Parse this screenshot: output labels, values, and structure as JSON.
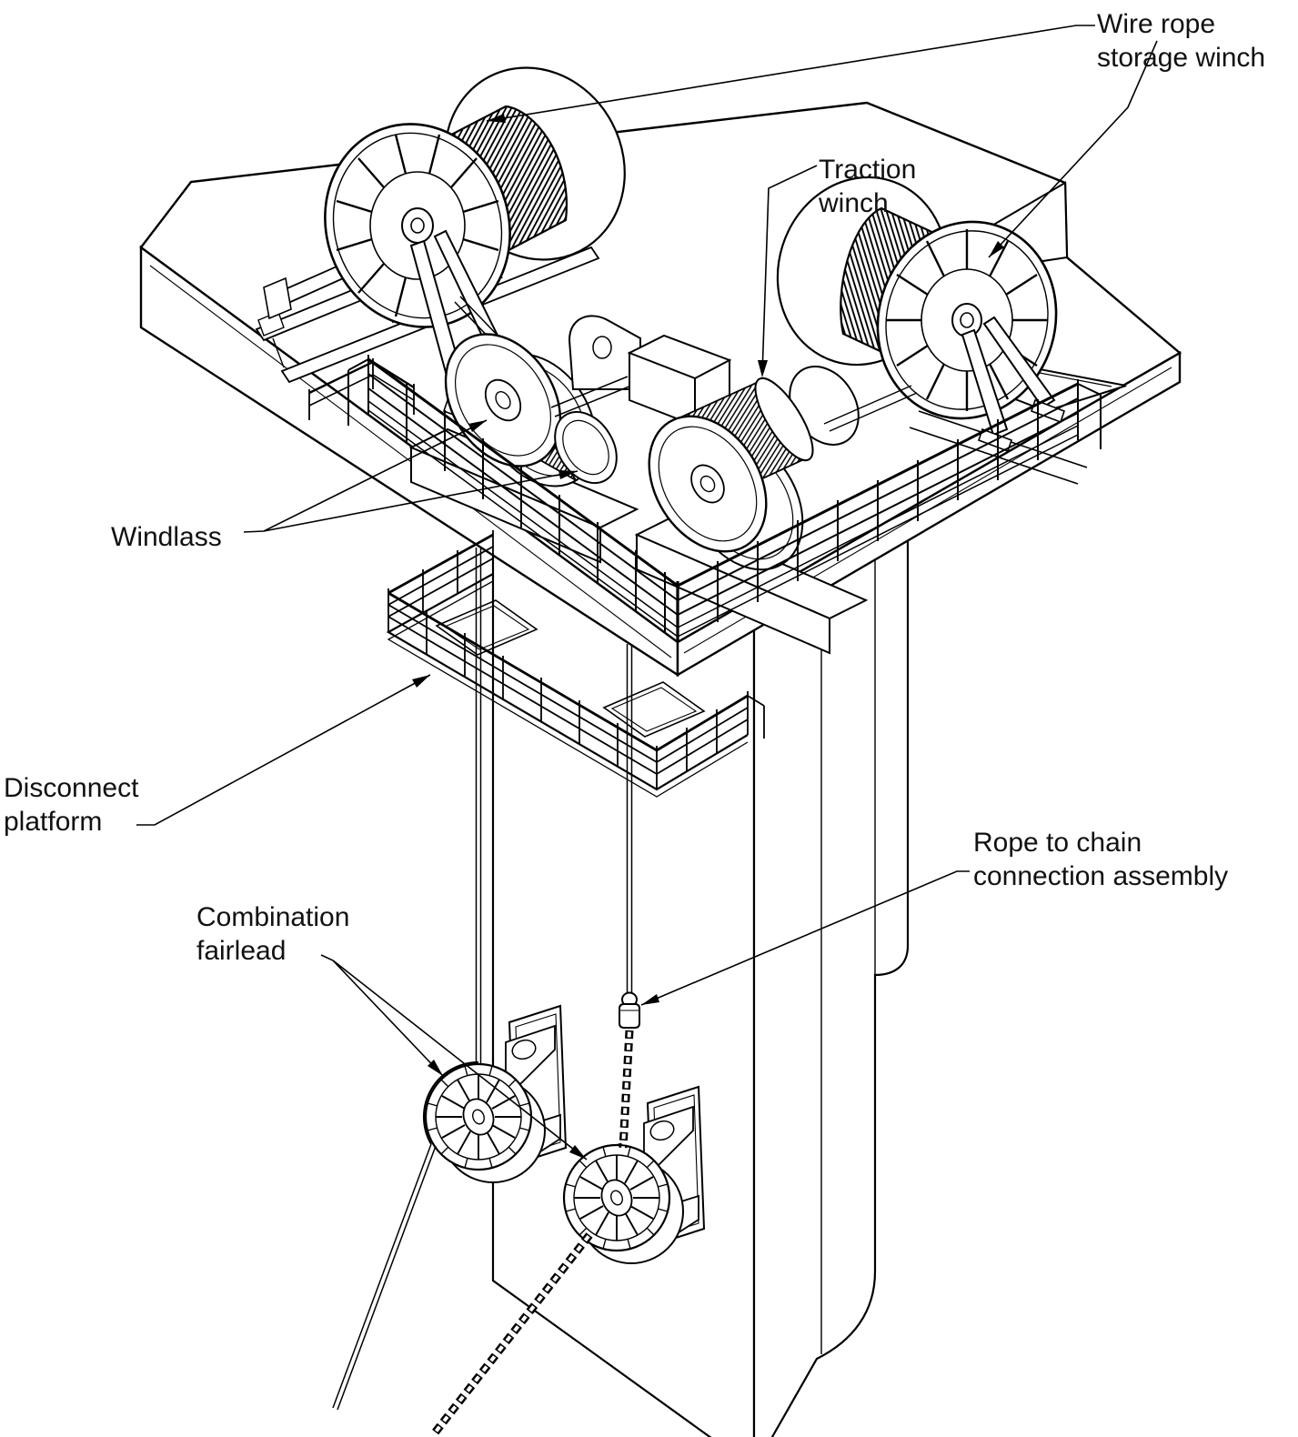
{
  "labels": {
    "wire_rope_storage_winch": {
      "line1": "Wire rope",
      "line2": "storage winch"
    },
    "traction_winch": {
      "line1": "Traction",
      "line2": "winch"
    },
    "windlass": {
      "line1": "Windlass"
    },
    "disconnect_platform": {
      "line1": "Disconnect",
      "line2": "platform"
    },
    "combination_fairlead": {
      "line1": "Combination",
      "line2": "fairlead"
    },
    "rope_to_chain": {
      "line1": "Rope to chain",
      "line2": "connection assembly"
    }
  },
  "colors": {
    "line": "#000000",
    "background": "#ffffff"
  }
}
